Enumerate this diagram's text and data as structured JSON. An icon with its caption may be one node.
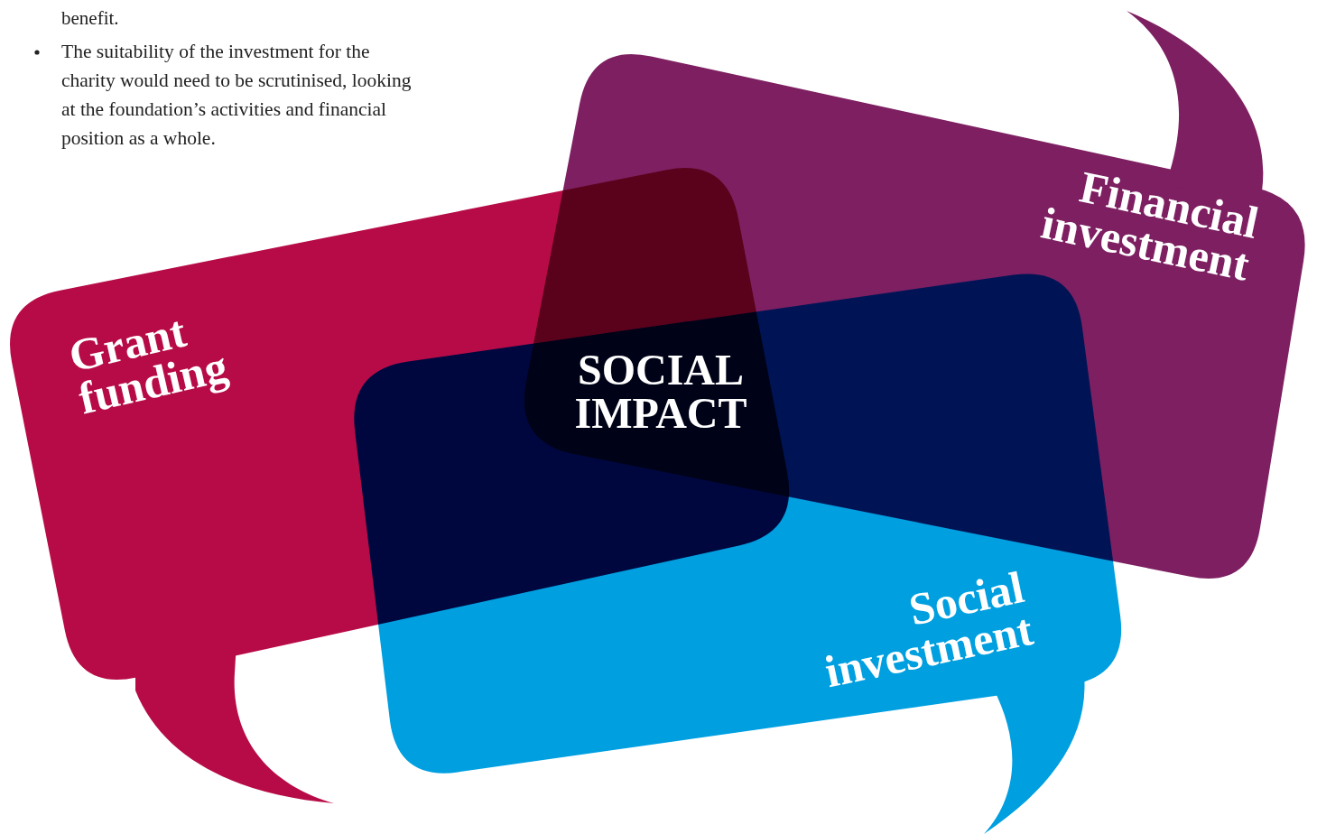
{
  "diagram": {
    "nodes": [
      {
        "text": [
          "Grant funding"
        ]
      },
      {
        "text": [
          "Financial investment"
        ]
      },
      {
        "text": [
          "Social investment"
        ]
      }
    ],
    "labels": [
      "benefit.",
      "The suitability of the investment for the charity would need to be scrutinised, looking at the foundation’s activities and financial position as a whole.",
      "SOCIAL IMPACT"
    ]
  }
}
